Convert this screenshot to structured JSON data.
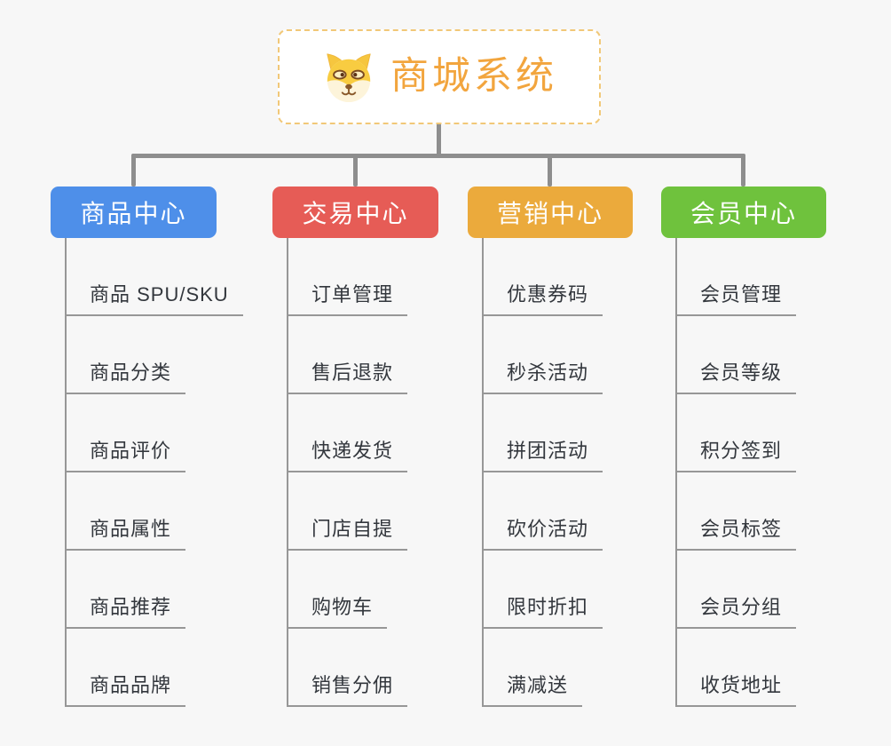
{
  "root": {
    "title": "商城系统",
    "icon": "shiba-dog-icon",
    "title_color": "#f2a53e",
    "border_color": "#f1c878"
  },
  "style": {
    "background": "#f7f7f7",
    "connector_color": "#8e8e8e",
    "branch_line_color": "#979797",
    "node_text_color": "#33373d"
  },
  "columns": [
    {
      "id": "product-center",
      "title": "商品中心",
      "color": "#4e8fe9",
      "items": [
        "商品 SPU/SKU",
        "商品分类",
        "商品评价",
        "商品属性",
        "商品推荐",
        "商品品牌"
      ]
    },
    {
      "id": "trade-center",
      "title": "交易中心",
      "color": "#e65c56",
      "items": [
        "订单管理",
        "售后退款",
        "快递发货",
        "门店自提",
        "购物车",
        "销售分佣"
      ]
    },
    {
      "id": "marketing-center",
      "title": "营销中心",
      "color": "#ebaa3c",
      "items": [
        "优惠券码",
        "秒杀活动",
        "拼团活动",
        "砍价活动",
        "限时折扣",
        "满减送"
      ]
    },
    {
      "id": "member-center",
      "title": "会员中心",
      "color": "#6fc23d",
      "items": [
        "会员管理",
        "会员等级",
        "积分签到",
        "会员标签",
        "会员分组",
        "收货地址"
      ]
    }
  ]
}
